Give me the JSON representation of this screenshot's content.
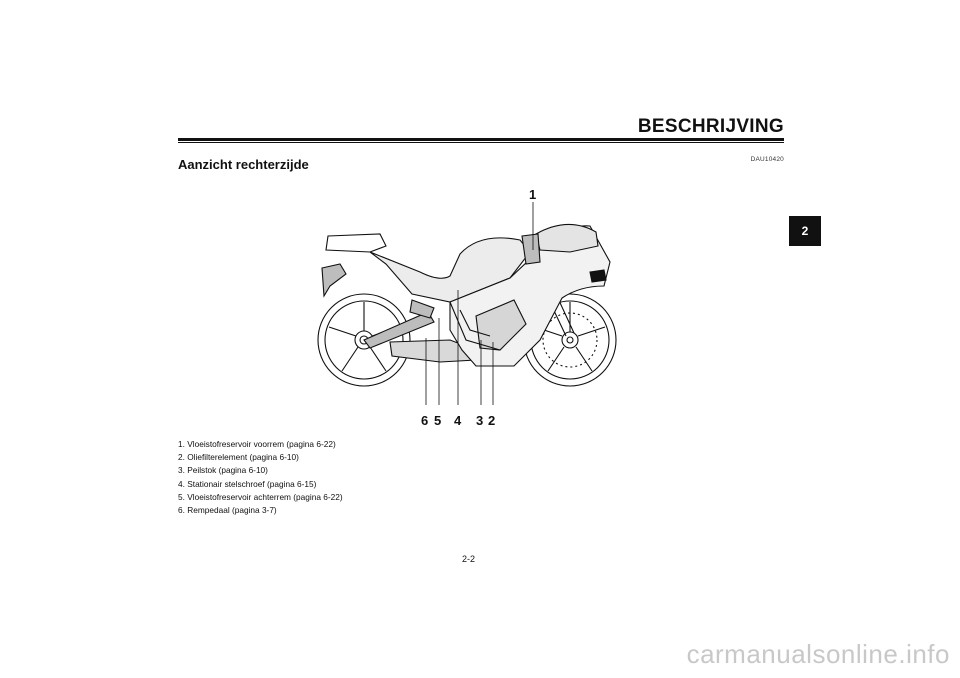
{
  "header": {
    "section_title": "BESCHRIJVING",
    "ref_code": "DAU10420"
  },
  "subtitle": "Aanzicht rechterzijde",
  "chapter_tab": "2",
  "callouts": {
    "c1": "1",
    "c2": "2",
    "c3": "3",
    "c4": "4",
    "c5": "5",
    "c6": "6"
  },
  "legend": [
    "1.  Vloeistofreservoir voorrem (pagina 6-22)",
    "2.  Oliefilterelement (pagina 6-10)",
    "3.  Peilstok (pagina 6-10)",
    "4.  Stationair stelschroef (pagina 6-15)",
    "5.  Vloeistofreservoir achterrem (pagina 6-22)",
    "6.  Rempedaal (pagina 3-7)"
  ],
  "page_number": "2-2",
  "watermark": "carmanualsonline.info"
}
